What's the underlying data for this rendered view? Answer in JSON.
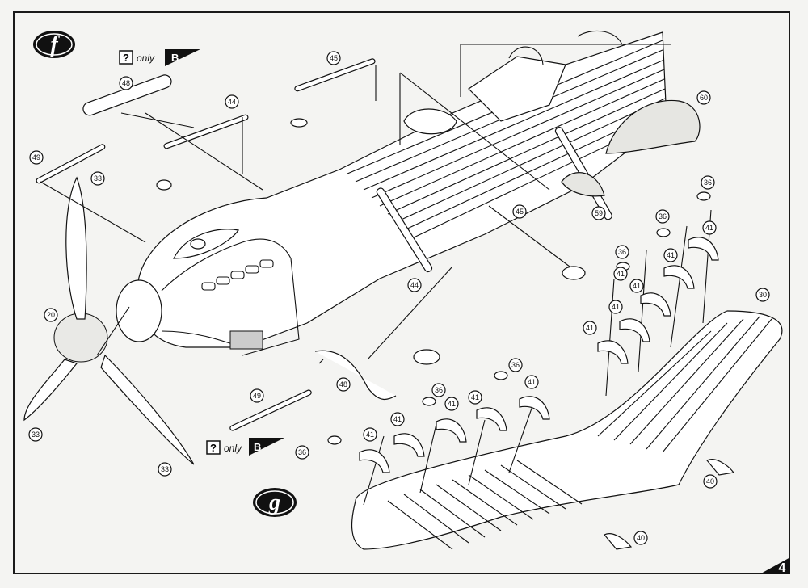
{
  "steps": {
    "f": "f",
    "g": "g"
  },
  "notes": {
    "top": {
      "qmark": "?",
      "text": "only",
      "variant": "B"
    },
    "bottom": {
      "qmark": "?",
      "text": "only",
      "variant": "B"
    }
  },
  "page_number": "4",
  "parts": {
    "p48a": "48",
    "p44a": "44",
    "p45a": "45",
    "p49a": "49",
    "p33a": "33",
    "p20": "20",
    "p33b": "33",
    "p33c": "33",
    "p60": "60",
    "p59": "59",
    "p45b": "45",
    "p44b": "44",
    "p48b": "48",
    "p49b": "49",
    "p36a": "36",
    "p36b": "36",
    "p36c": "36",
    "p41a": "41",
    "p41b": "41",
    "p41c": "41",
    "p41d": "41",
    "p41e": "41",
    "p41f": "41",
    "p30": "30",
    "p36d": "36",
    "p36e": "36",
    "p36f": "36",
    "p41g": "41",
    "p41h": "41",
    "p41i": "41",
    "p41j": "41",
    "p41k": "41",
    "p40a": "40",
    "p40b": "40"
  },
  "colors": {
    "ink": "#111111",
    "paper": "#f4f4f2"
  }
}
